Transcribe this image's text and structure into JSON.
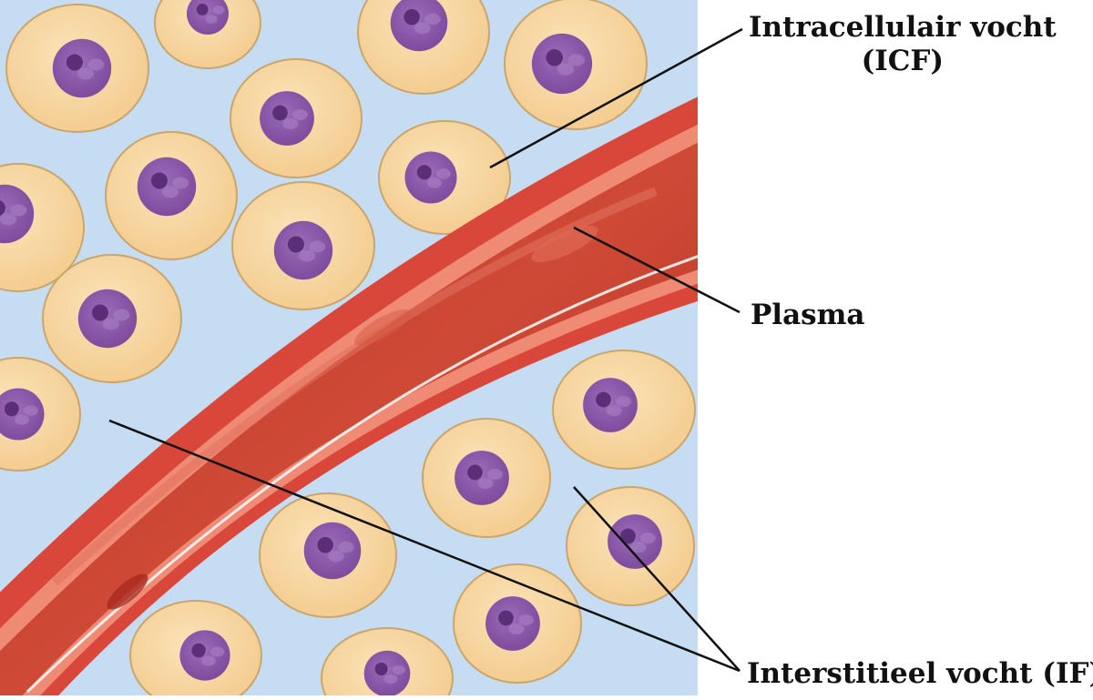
{
  "labels": {
    "icf_line1": "Intracellulair vocht",
    "icf_line2": "(ICF)",
    "plasma": "Plasma",
    "interstitial": "Interstitieel vocht (IF)"
  },
  "colors": {
    "interstitial_fluid": "#c6dcf2",
    "cell_cytoplasm": "#f6d39a",
    "cell_border": "#c9a66b",
    "nucleus": "#8a57a8",
    "nucleolus": "#5b2f78",
    "vessel_wall": "#d9473a",
    "vessel_wall_light": "#ef8a75",
    "plasma": "#c0392b",
    "leader_line": "#111111"
  }
}
